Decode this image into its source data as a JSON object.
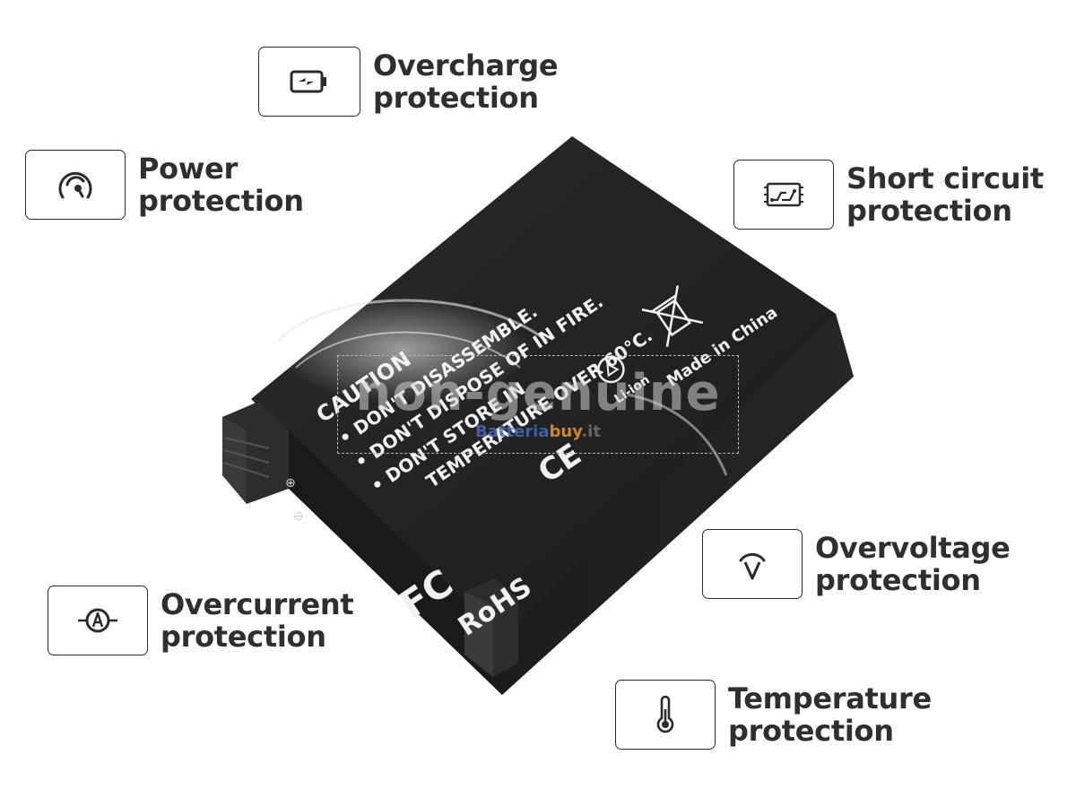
{
  "features": [
    {
      "id": "overcharge",
      "icon": "battery-charge-icon",
      "lines": [
        "Overcharge",
        "protection"
      ]
    },
    {
      "id": "power",
      "icon": "gauge-icon",
      "lines": [
        "Power",
        "protection"
      ]
    },
    {
      "id": "short_circuit",
      "icon": "circuit-board-icon",
      "lines": [
        "Short circuit",
        "protection"
      ]
    },
    {
      "id": "overvoltage",
      "icon": "voltage-meter-icon",
      "lines": [
        "Overvoltage",
        "protection"
      ]
    },
    {
      "id": "overcurrent",
      "icon": "ammeter-icon",
      "lines": [
        "Overcurrent",
        "protection"
      ]
    },
    {
      "id": "temperature",
      "icon": "thermometer-icon",
      "lines": [
        "Temperature",
        "protection"
      ]
    }
  ],
  "battery": {
    "caution": "CAUTION",
    "warnings": [
      "• DON'T DISASSEMBLE.",
      "• DON'T DISPOSE OF IN FIRE.",
      "• DON'T STORE IN",
      "TEMPERATURE OVER 60°C."
    ],
    "made_in": "Made in China",
    "li_ion": "Li-ion",
    "ce": "CE",
    "fc": "FC",
    "rohs": "RoHS",
    "terminal_plus": "⊕",
    "terminal_minus": "⊖"
  },
  "watermark": {
    "main": "non-genuine",
    "brand_part1": "Batteria",
    "brand_part2": "buy",
    "brand_part3": ".it"
  },
  "colors": {
    "text": "#2f2f2f",
    "battery_body": "#1f1f1f",
    "battery_print": "#f2f2f2"
  }
}
